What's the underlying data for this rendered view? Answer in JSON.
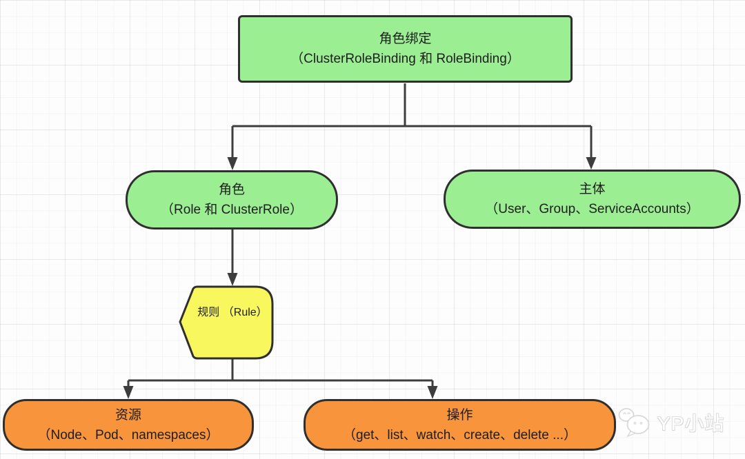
{
  "diagram": {
    "type": "flowchart",
    "topic": "Kubernetes RBAC",
    "nodes": {
      "role_binding": {
        "title": "角色绑定",
        "subtitle": "（ClusterRoleBinding 和 RoleBinding）",
        "shape": "rectangle",
        "color_key": "green"
      },
      "role": {
        "title": "角色",
        "subtitle": "（Role 和 ClusterRole）",
        "shape": "rounded-rectangle",
        "color_key": "green"
      },
      "subject": {
        "title": "主体",
        "subtitle": "（User、Group、ServiceAccounts）",
        "shape": "rounded-rectangle",
        "color_key": "green"
      },
      "rule": {
        "title": "规则",
        "subtitle": "（Rule）",
        "shape": "display-pentagon",
        "color_key": "yellow"
      },
      "resource": {
        "title": "资源",
        "subtitle": "（Node、Pod、namespaces）",
        "shape": "rounded-rectangle",
        "color_key": "orange"
      },
      "operation": {
        "title": "操作",
        "subtitle": "（get、list、watch、create、delete ...）",
        "shape": "rounded-rectangle",
        "color_key": "orange"
      }
    },
    "edges": [
      {
        "from": "role_binding",
        "to": "role",
        "arrow": true
      },
      {
        "from": "role_binding",
        "to": "subject",
        "arrow": true
      },
      {
        "from": "role",
        "to": "rule",
        "arrow": true
      },
      {
        "from": "rule",
        "to": "resource",
        "arrow": true
      },
      {
        "from": "rule",
        "to": "operation",
        "arrow": true
      }
    ]
  },
  "colors": {
    "green": "#9bef92",
    "yellow": "#f8f75d",
    "orange": "#f7943c",
    "border": "#2f2f2f",
    "line": "#3d3d3d"
  },
  "watermark": {
    "text": "YP小站",
    "icon": "wechat-icon"
  }
}
